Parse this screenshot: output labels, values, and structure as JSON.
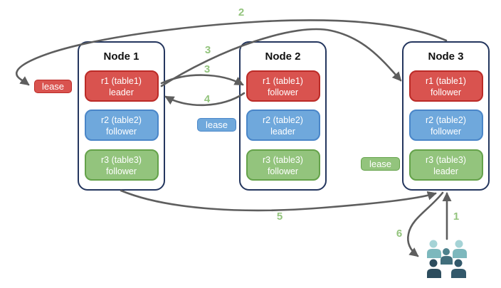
{
  "diagram": {
    "description": "range lease / leader-follower replication diagram",
    "colors": {
      "red_fill": "#D9534F",
      "red_border": "#BB2B27",
      "blue_fill": "#6FA8DC",
      "blue_border": "#4A86C8",
      "green_fill": "#93C47D",
      "green_border": "#64A24A",
      "node_border": "#24365E",
      "arrow": "#5E5E5E",
      "step_label": "#93C47D"
    }
  },
  "nodes": [
    {
      "title": "Node 1",
      "replicas": [
        {
          "name": "r1 (table1)",
          "role": "leader"
        },
        {
          "name": "r2 (table2)",
          "role": "follower"
        },
        {
          "name": "r3 (table3)",
          "role": "follower"
        }
      ]
    },
    {
      "title": "Node 2",
      "replicas": [
        {
          "name": "r1 (table1)",
          "role": "follower"
        },
        {
          "name": "r2 (table2)",
          "role": "leader"
        },
        {
          "name": "r3 (table3)",
          "role": "follower"
        }
      ]
    },
    {
      "title": "Node 3",
      "replicas": [
        {
          "name": "r1 (table1)",
          "role": "follower"
        },
        {
          "name": "r2 (table2)",
          "role": "follower"
        },
        {
          "name": "r3 (table3)",
          "role": "leader"
        }
      ]
    }
  ],
  "leases": [
    {
      "label": "lease",
      "color": "red"
    },
    {
      "label": "lease",
      "color": "blue"
    },
    {
      "label": "lease",
      "color": "green"
    }
  ],
  "steps": {
    "s1": "1",
    "s2": "2",
    "s3a": "3",
    "s3b": "3",
    "s4": "4",
    "s5": "5",
    "s6": "6"
  }
}
